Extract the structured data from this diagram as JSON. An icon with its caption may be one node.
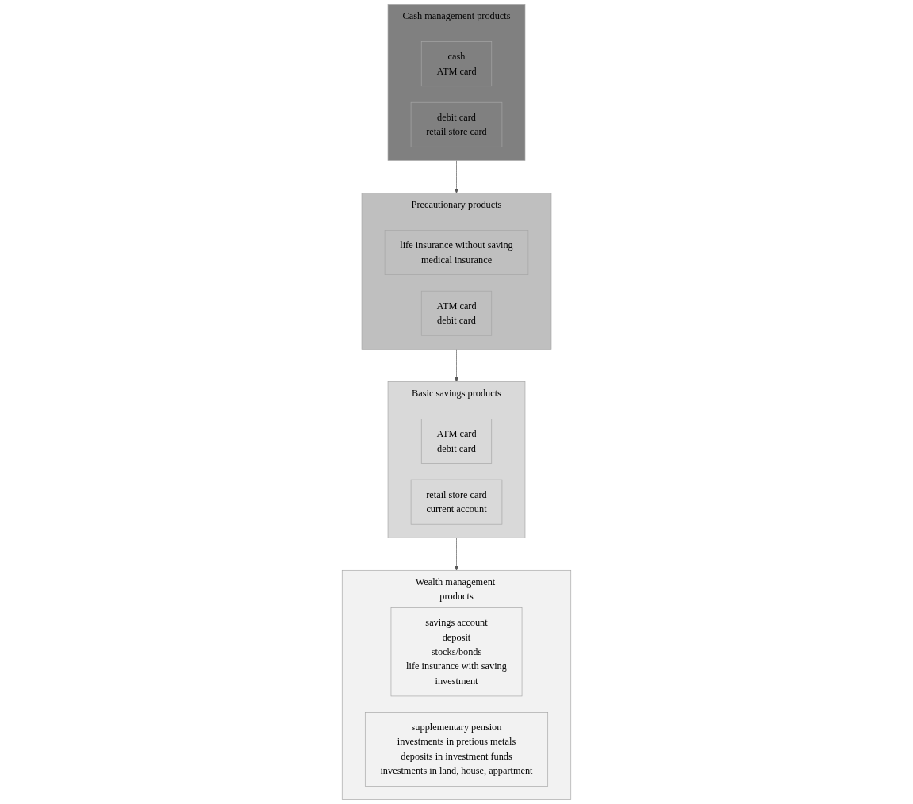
{
  "diagram": {
    "nodes": [
      {
        "text": [
          "Cash management products"
        ]
      },
      {
        "text": [
          "cash",
          "ATM card"
        ],
        "in": 0
      },
      {
        "text": [
          "debit card",
          "retail store card"
        ],
        "in": 0
      },
      {
        "text": [
          "Precautionary products"
        ]
      },
      {
        "text": [
          "life insurance without saving",
          "medical insurance"
        ],
        "in": 3
      },
      {
        "text": [
          "ATM card",
          "debit card"
        ],
        "in": 3
      },
      {
        "text": [
          "Basic savings products"
        ]
      },
      {
        "text": [
          "ATM card",
          "debit card"
        ],
        "in": 6
      },
      {
        "text": [
          "retail store card",
          "current account"
        ],
        "in": 6
      },
      {
        "text": [
          "Wealth management products"
        ]
      },
      {
        "text": [
          "savings account",
          "deposit",
          "stocks/bonds",
          "life insurance with saving",
          "investment"
        ],
        "in": 9
      },
      {
        "text": [
          "supplementary pension",
          "investments in pretious metals",
          "deposits in investment funds",
          "investments in land, house, appartment"
        ],
        "in": 9
      }
    ],
    "edges": [
      {
        "from": 0,
        "to": 3,
        "arrow": "to"
      },
      {
        "from": 3,
        "to": 6,
        "arrow": "to"
      },
      {
        "from": 6,
        "to": 9,
        "arrow": "to"
      }
    ]
  }
}
